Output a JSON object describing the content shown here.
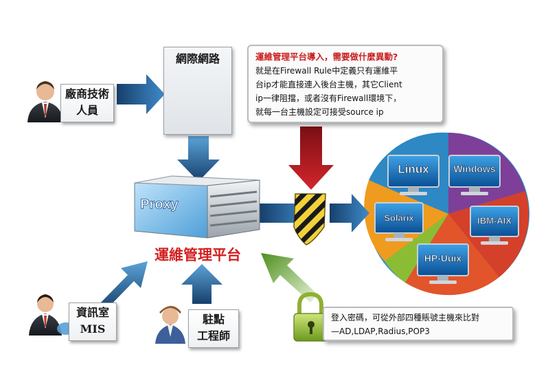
{
  "nodes": {
    "internet": "網際網路",
    "vendor": [
      "廠商技術",
      "人員"
    ],
    "it_room": [
      "資訊室",
      "MIS"
    ],
    "onsite": [
      "駐點",
      "工程師"
    ],
    "proxy": "Proxy",
    "platform": "運維管理平台"
  },
  "callout_top": {
    "title": "運維管理平台導入，需要做什麼異動?",
    "lines": [
      "就是在Firewall Rule中定義只有運維平",
      "台ip才能直接連入後台主機，其它Client",
      "ip一律阻擋，或者沒有Firewall環境下，",
      "就每一台主機設定可接受source ip"
    ]
  },
  "callout_bottom": {
    "lines": [
      "登入密碼，可從外部四種賬號主機來比對",
      "—AD,LDAP,Radius,POP3"
    ]
  },
  "systems": [
    "Linux",
    "Windows",
    "Solarix",
    "IBM-AIX",
    "HP-Uuix"
  ],
  "colors": {
    "blue_arrow": "#1f5f96",
    "red_arrow": "#b3141b",
    "green_arrow": "#4f8f1f",
    "title_red": "#d21f1f",
    "pie": [
      "#2f8fc8",
      "#7e3f98",
      "#d4402a",
      "#8bbd34",
      "#ef9b1f",
      "#1e7fc2"
    ]
  }
}
